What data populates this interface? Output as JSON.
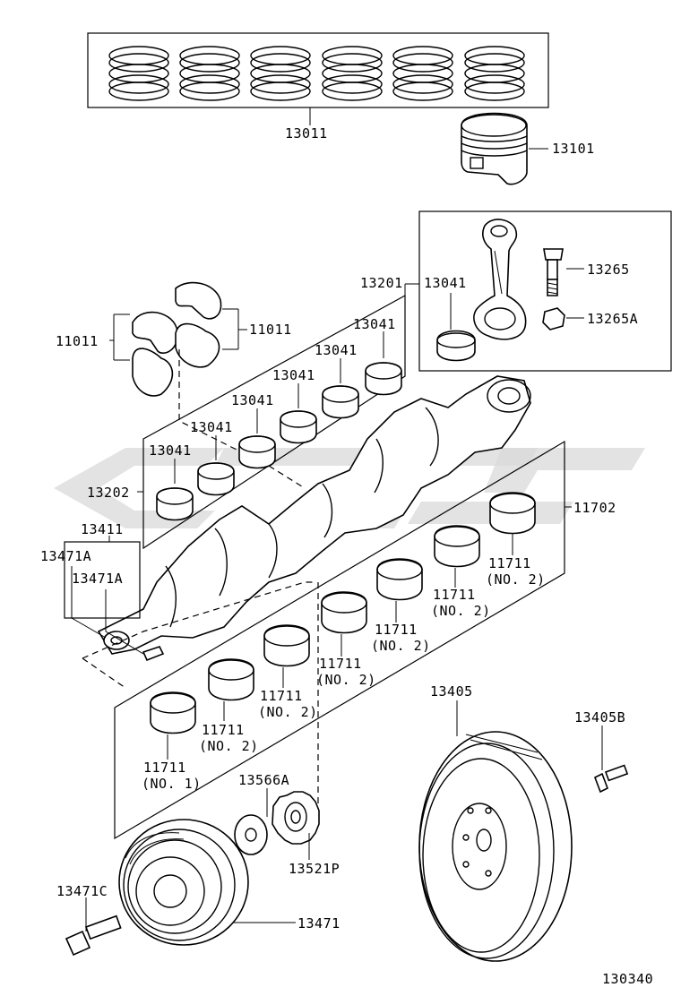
{
  "diagram": {
    "page_number": "130340",
    "labels": {
      "piston_rings": "13011",
      "piston": "13101",
      "conrod_assembly": "13201",
      "conrod_bearing_in_box": "13041",
      "conrod_bolt": "13265",
      "conrod_nut": "13265A",
      "thrust_washer_left": "11011",
      "thrust_washer_right": "11011",
      "conrod_bearing_set": "13202",
      "conrod_bearing_1": "13041",
      "conrod_bearing_2": "13041",
      "conrod_bearing_3": "13041",
      "conrod_bearing_4": "13041",
      "conrod_bearing_5": "13041",
      "conrod_bearing_6": "13041",
      "crankshaft": "13411",
      "crank_key_1": "13471A",
      "crank_key_2": "13471A",
      "main_bearing_set": "11702",
      "main_bearing_1_num": "11711",
      "main_bearing_1_sub": "(NO. 1)",
      "main_bearing_2_num": "11711",
      "main_bearing_2_sub": "(NO. 2)",
      "main_bearing_3_num": "11711",
      "main_bearing_3_sub": "(NO. 2)",
      "main_bearing_4_num": "11711",
      "main_bearing_4_sub": "(NO. 2)",
      "main_bearing_5_num": "11711",
      "main_bearing_5_sub": "(NO. 2)",
      "main_bearing_6_num": "11711",
      "main_bearing_6_sub": "(NO. 2)",
      "main_bearing_7_num": "11711",
      "main_bearing_7_sub": "(NO. 2)",
      "flywheel": "13405",
      "flywheel_bolt": "13405B",
      "washer": "13566A",
      "timing_gear": "13521P",
      "pulley_bolt": "13471C",
      "crank_pulley": "13471"
    }
  }
}
